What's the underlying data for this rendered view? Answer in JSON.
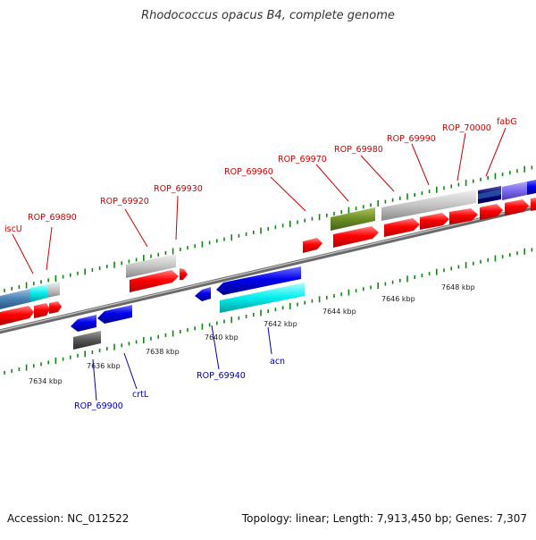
{
  "header": {
    "title": "Rhodococcus opacus B4, complete genome"
  },
  "footer": {
    "accession": "Accession: NC_012522",
    "summary": "Topology: linear; Length: 7,913,450 bp; Genes: 7,307"
  },
  "colors": {
    "forward_label": "#cc0000",
    "reverse_label": "#0000aa",
    "tick": "#118811",
    "backbone": "#888888"
  },
  "scale": {
    "unit": "kbp",
    "positions": [
      7634,
      7636,
      7638,
      7640,
      7642,
      7644,
      7646,
      7648
    ]
  },
  "labels_top": [
    "iscU",
    "ROP_69890",
    "ROP_69920",
    "ROP_69930",
    "ROP_69960",
    "ROP_69970",
    "ROP_69980",
    "ROP_69990",
    "ROP_70000",
    "fabG"
  ],
  "labels_bottom": [
    "ROP_69900",
    "crtL",
    "ROP_69940",
    "acn"
  ]
}
